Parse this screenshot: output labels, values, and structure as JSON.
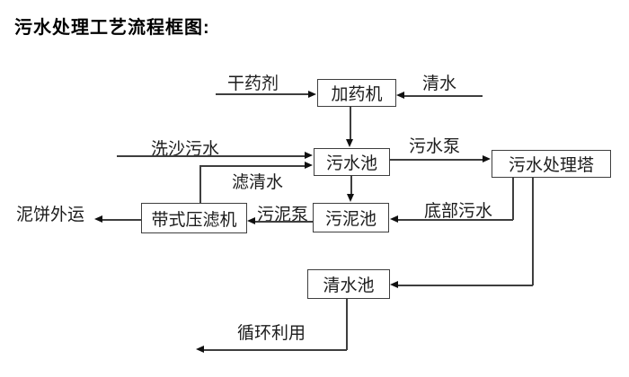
{
  "title": "污水处理工艺流程框图:",
  "nodes": {
    "dosing_machine": "加药机",
    "sewage_pool": "污水池",
    "treatment_tower": "污水处理塔",
    "belt_filter_press": "带式压滤机",
    "sludge_pool": "污泥池",
    "clear_water_pool": "清水池"
  },
  "labels": {
    "dry_agent": "干药剂",
    "clean_water": "清水",
    "sand_washing_sewage": "洗沙污水",
    "filtered_water": "滤清水",
    "sewage_pump": "污水泵",
    "sludge_pump": "污泥泵",
    "mud_cake_out": "泥饼外运",
    "bottom_sewage": "底部污水",
    "recycle_use": "循环利用"
  },
  "edges": [
    {
      "from": "干药剂",
      "to": "加药机"
    },
    {
      "from": "清水",
      "to": "加药机"
    },
    {
      "from": "加药机",
      "to": "污水池"
    },
    {
      "from": "洗沙污水",
      "to": "污水池"
    },
    {
      "from": "带式压滤机",
      "to": "污水池",
      "label": "滤清水"
    },
    {
      "from": "污水池",
      "to": "污水处理塔",
      "label": "污水泵"
    },
    {
      "from": "污水池",
      "to": "污泥池"
    },
    {
      "from": "污水处理塔",
      "to": "污泥池",
      "label": "底部污水"
    },
    {
      "from": "污泥池",
      "to": "带式压滤机",
      "label": "污泥泵"
    },
    {
      "from": "带式压滤机",
      "to": "泥饼外运"
    },
    {
      "from": "污水处理塔",
      "to": "清水池"
    },
    {
      "from": "清水池",
      "to": "循环利用"
    }
  ],
  "colors": {
    "background": "#ffffff",
    "line": "#3e3e3e",
    "arrowhead": "#101010",
    "text": "#1c1c1c",
    "title_text": "#000000"
  }
}
